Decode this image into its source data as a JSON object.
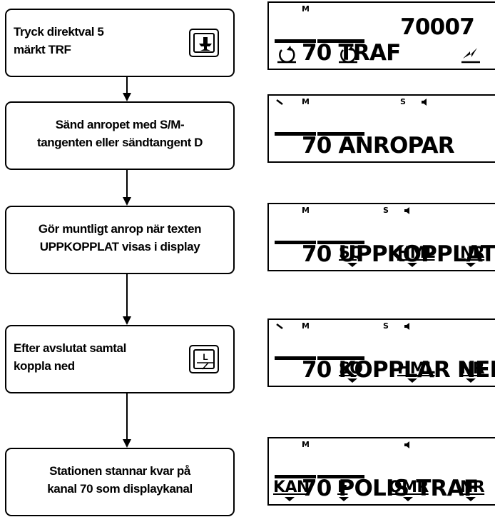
{
  "steps": [
    {
      "text": "Tryck direktval 5\nmärkt TRF",
      "key_icon": "trf-direct-key-icon"
    },
    {
      "text": "Sänd anropet med S/M-\ntangenten eller sändtangent D"
    },
    {
      "text": "Gör muntligt anrop när texten\nUPPKOPPLAT visas i display"
    },
    {
      "text": "Efter avslutat samtal\nkoppla ned",
      "key_icon": "hangup-key-icon"
    },
    {
      "text": "Stationen stannar kvar på\nkanal 70 som displaykanal"
    }
  ],
  "displays": [
    {
      "channel": "70",
      "text": "TRAF",
      "right": "70007",
      "indicators": [
        "M"
      ]
    },
    {
      "channel": "70",
      "text": "ANROPAR",
      "indicators": [
        "M",
        "S"
      ]
    },
    {
      "channel": "70",
      "text": "UPPKOPPLAT",
      "indicators": [
        "M",
        "S"
      ],
      "softkeys": [
        "SQ",
        "HML",
        "NR"
      ]
    },
    {
      "channel": "70",
      "text": "KOPPLAR NED",
      "indicators": [
        "M",
        "S"
      ],
      "softkeys": [
        "SQ",
        "HML",
        "NR"
      ]
    },
    {
      "channel": "70",
      "text": "POLIS TRAF",
      "indicators": [
        "M"
      ],
      "softkeys": [
        "KAN",
        "F",
        "OMR",
        "NR"
      ]
    }
  ]
}
